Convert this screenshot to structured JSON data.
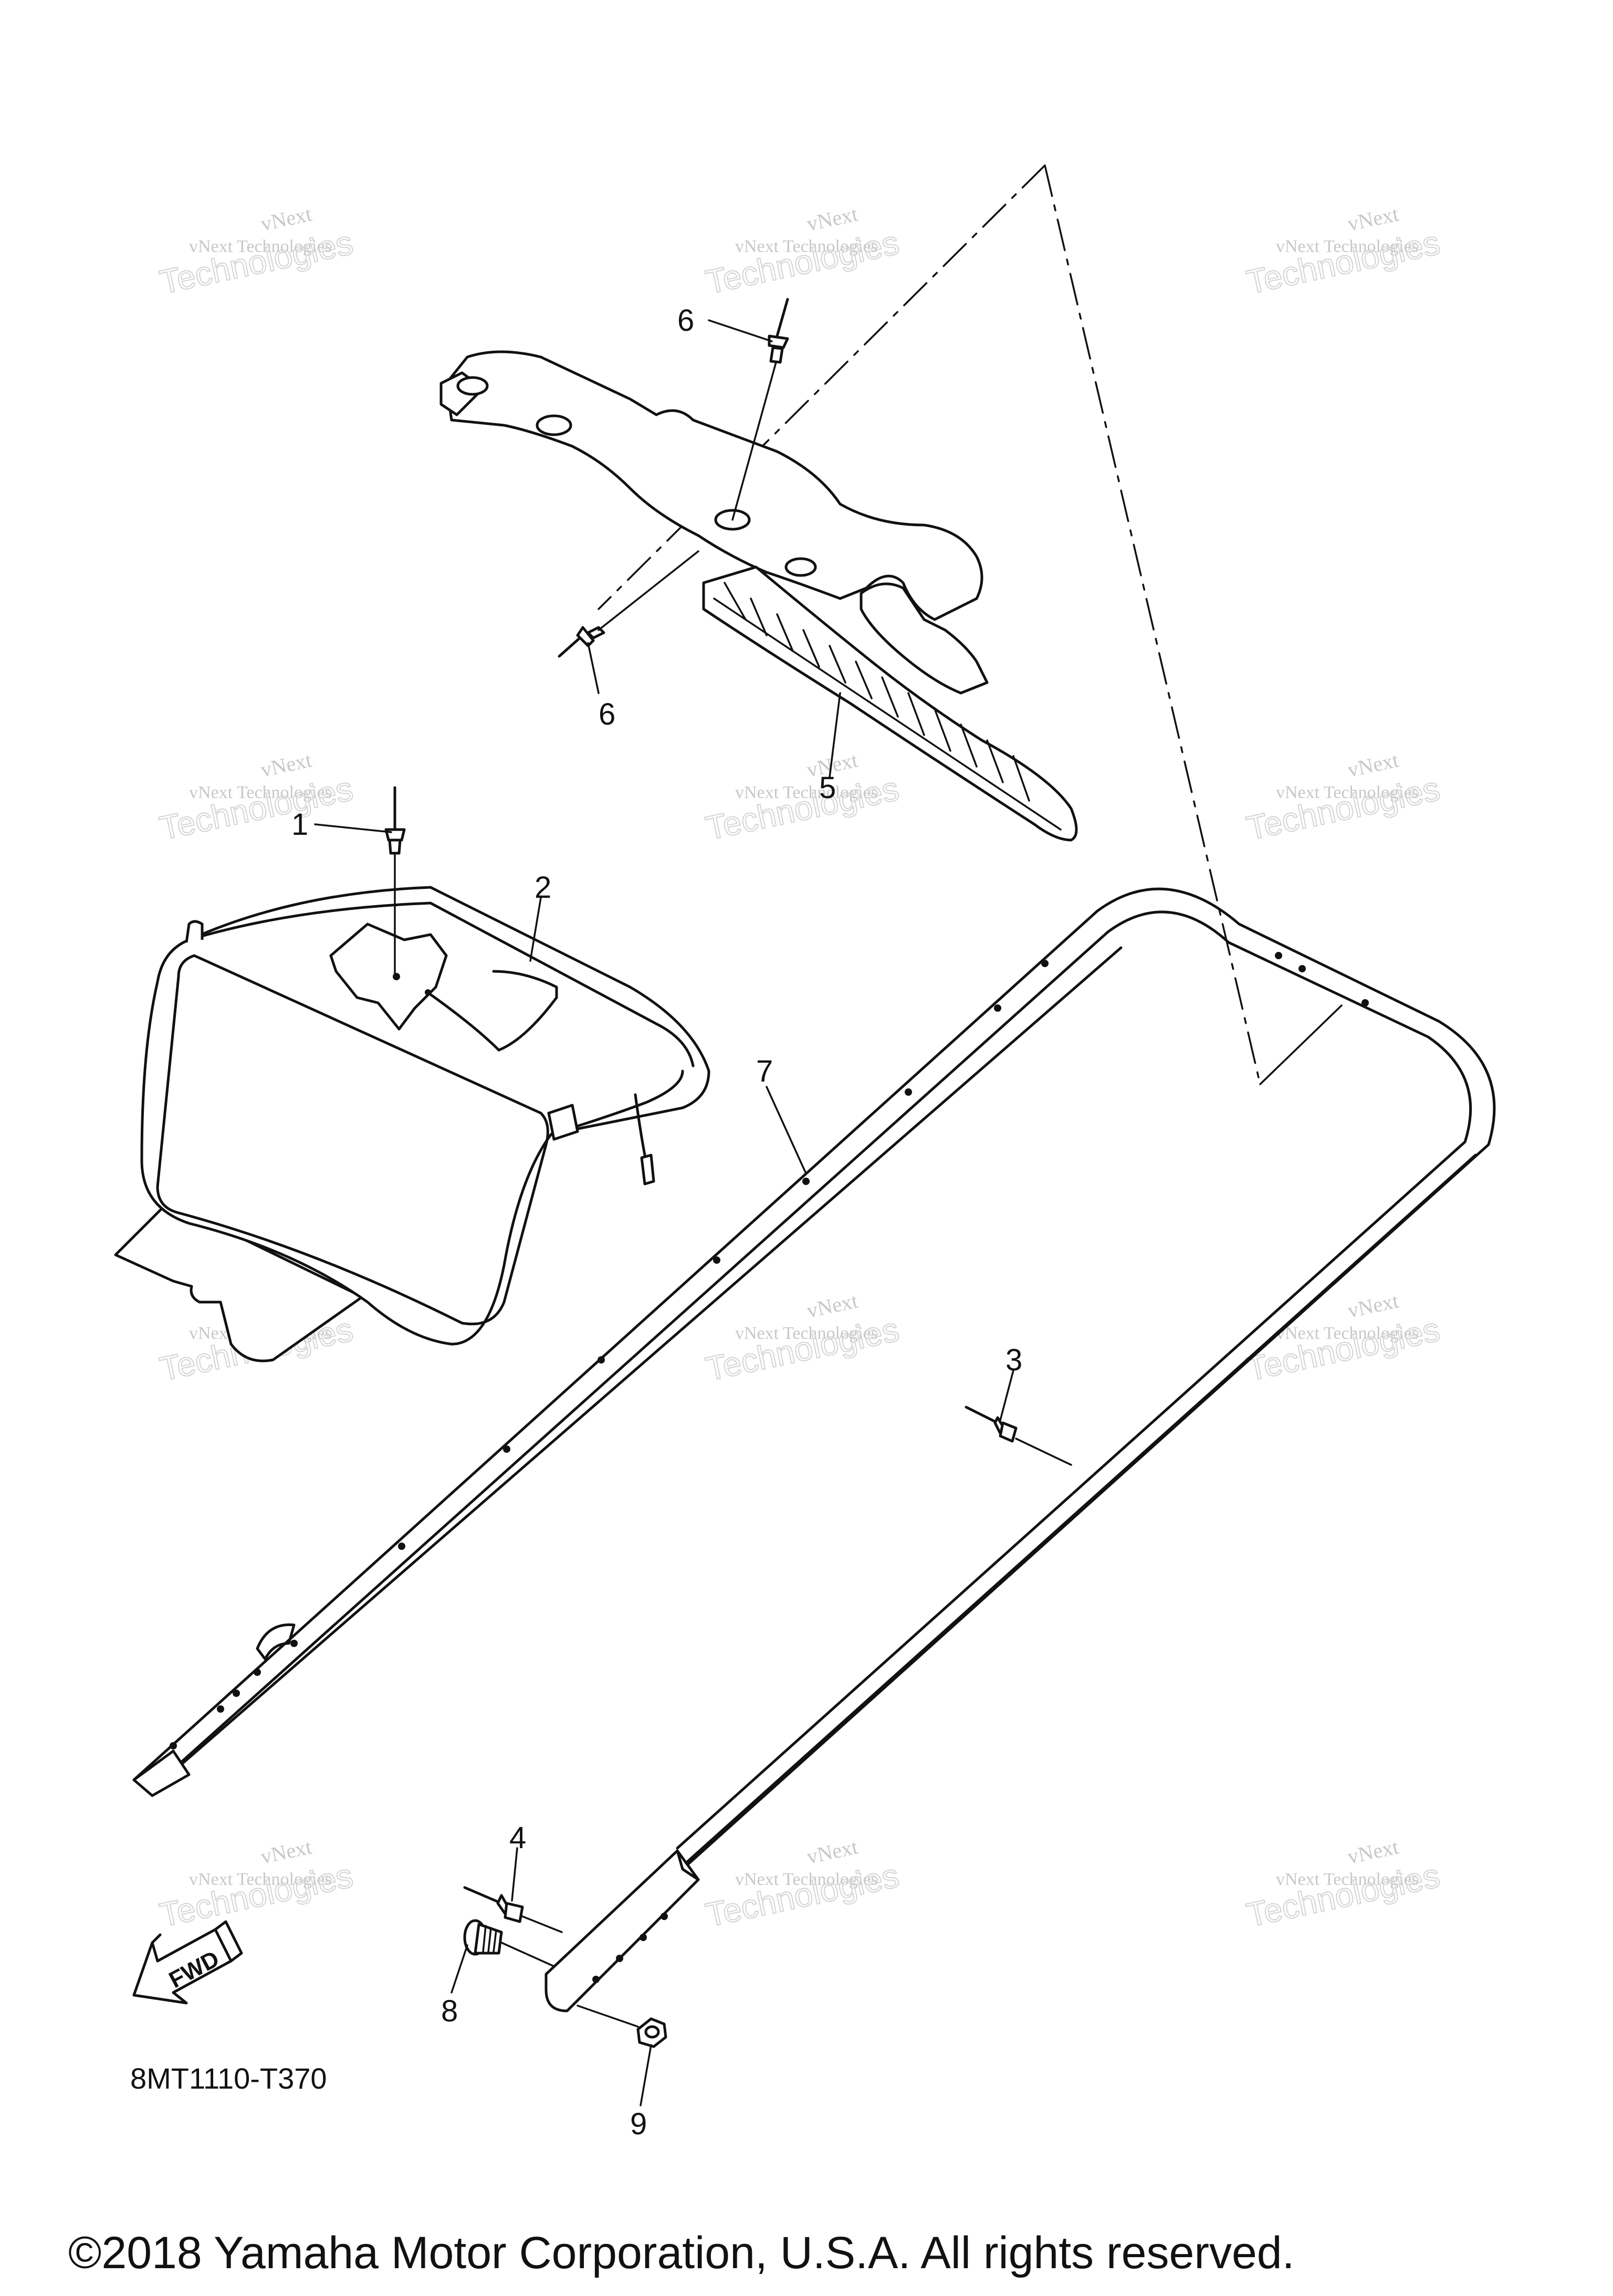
{
  "callouts": [
    {
      "id": "1",
      "label": "1"
    },
    {
      "id": "2",
      "label": "2"
    },
    {
      "id": "3",
      "label": "3"
    },
    {
      "id": "4",
      "label": "4"
    },
    {
      "id": "5",
      "label": "5"
    },
    {
      "id": "6a",
      "label": "6"
    },
    {
      "id": "6b",
      "label": "6"
    },
    {
      "id": "7",
      "label": "7"
    },
    {
      "id": "8",
      "label": "8"
    },
    {
      "id": "9",
      "label": "9"
    }
  ],
  "watermark": {
    "line1": "vNext",
    "line2": "vNext Technologies",
    "line3": "Technologies"
  },
  "fwd_label": "FWD",
  "diagram_code": "8MT1110-T370",
  "copyright": "©2018 Yamaha Motor Corporation, U.S.A. All rights reserved."
}
